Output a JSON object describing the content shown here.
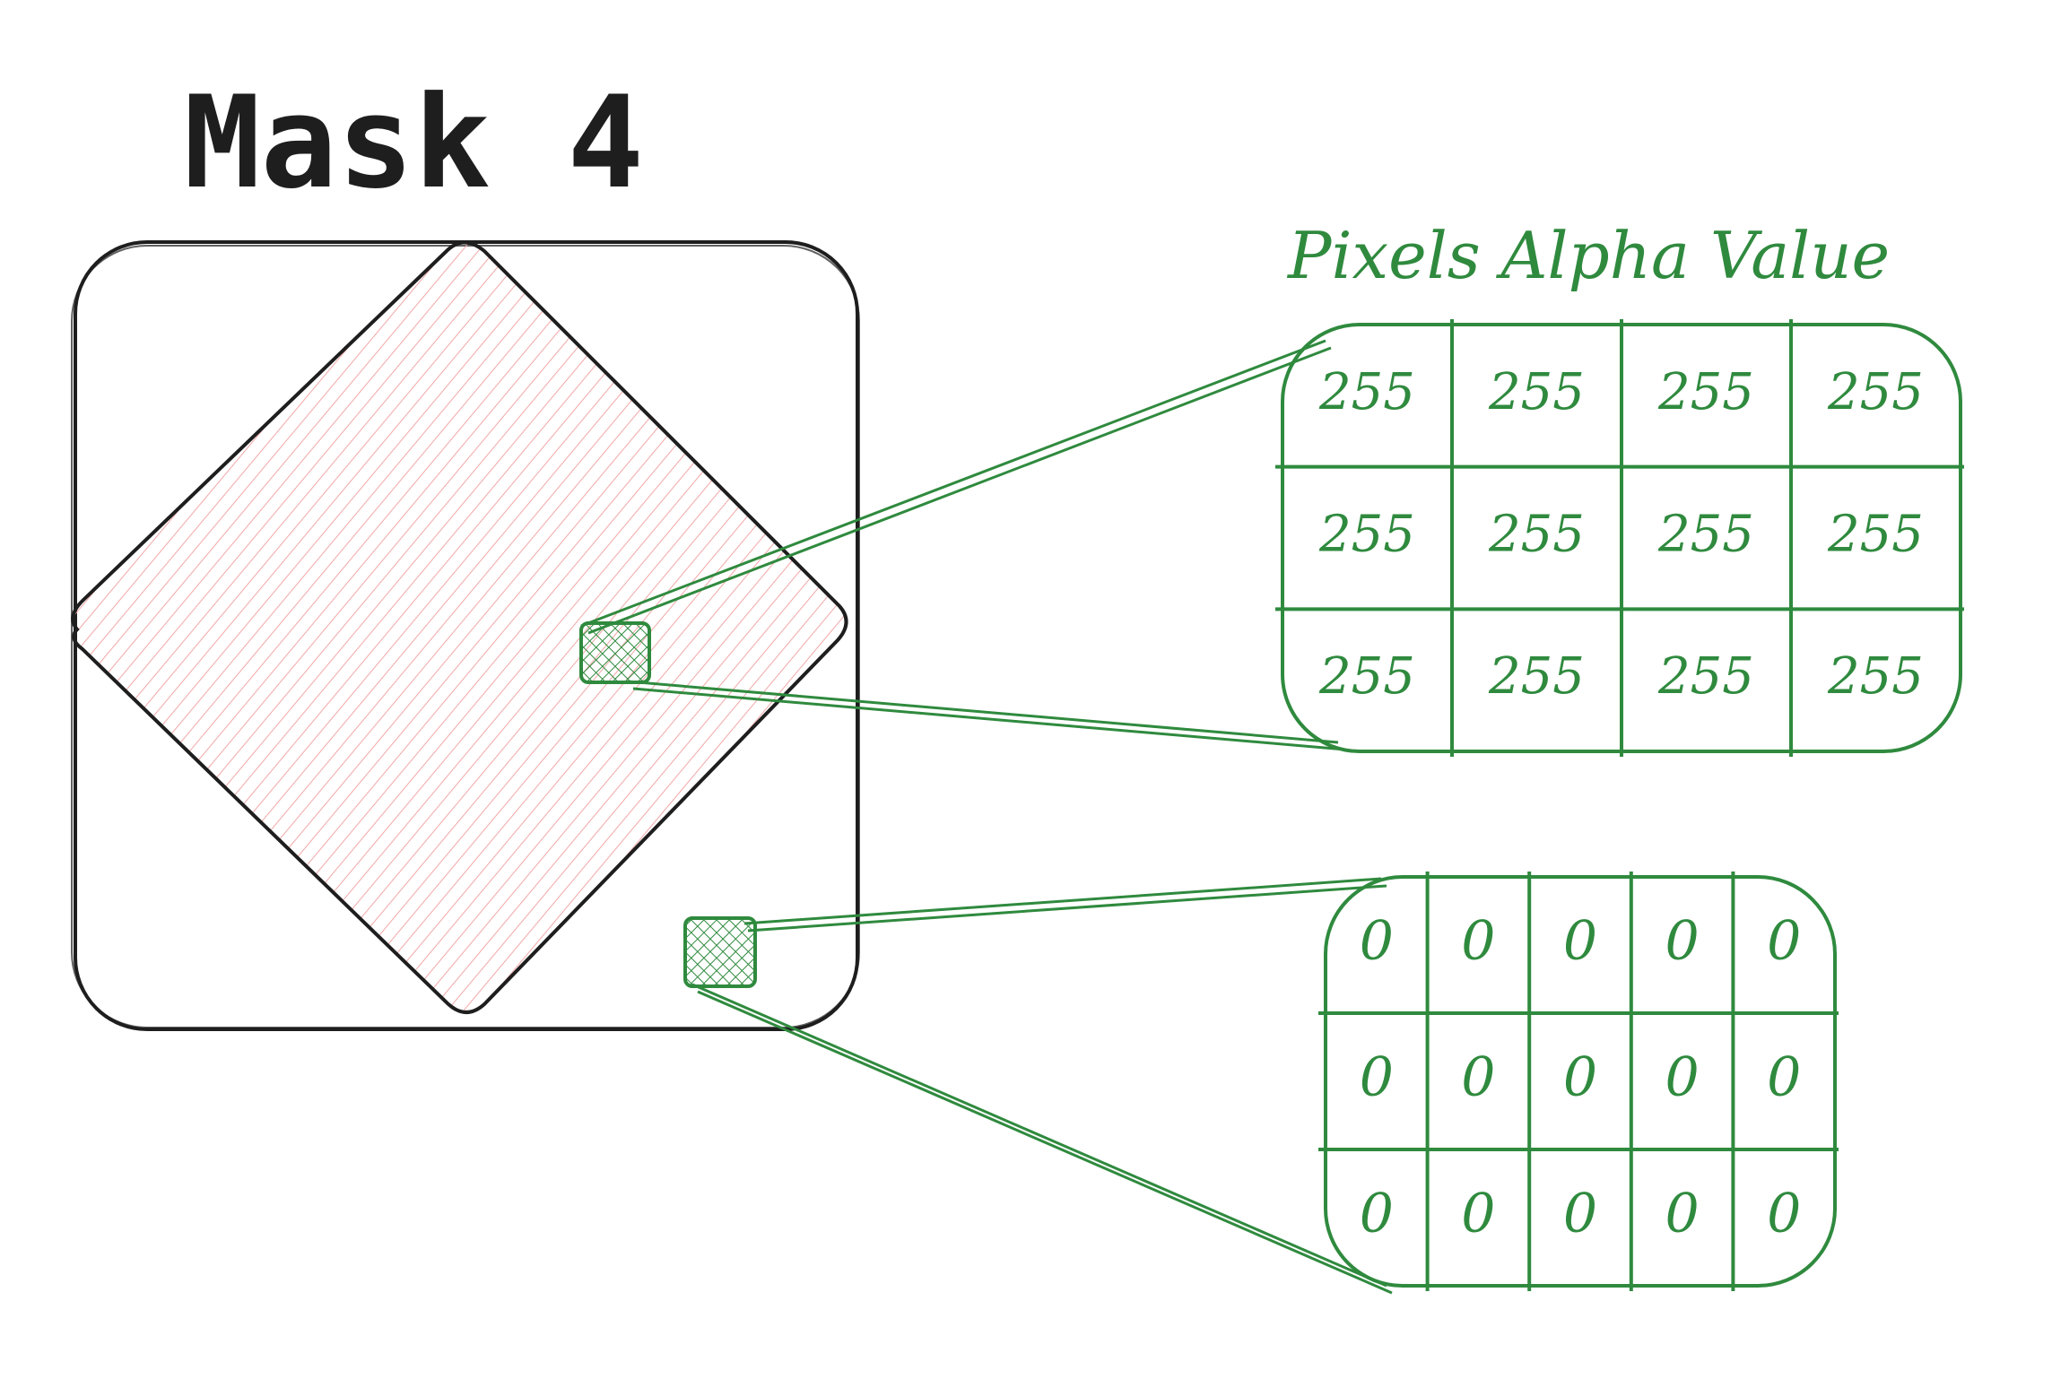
{
  "title": "Mask 4",
  "caption": "Pixels Alpha Value",
  "colors": {
    "ink": "#1e1e1e",
    "accent_green": "#2f8a3e",
    "mask_fill_hatch": "#f2a7a7"
  },
  "opaque_grid": {
    "rows": 3,
    "cols": 4,
    "values": [
      [
        "255",
        "255",
        "255",
        "255"
      ],
      [
        "255",
        "255",
        "255",
        "255"
      ],
      [
        "255",
        "255",
        "255",
        "255"
      ]
    ]
  },
  "transparent_grid": {
    "rows": 3,
    "cols": 5,
    "values": [
      [
        "0",
        "0",
        "0",
        "0",
        "0"
      ],
      [
        "0",
        "0",
        "0",
        "0",
        "0"
      ],
      [
        "0",
        "0",
        "0",
        "0",
        "0"
      ]
    ]
  }
}
